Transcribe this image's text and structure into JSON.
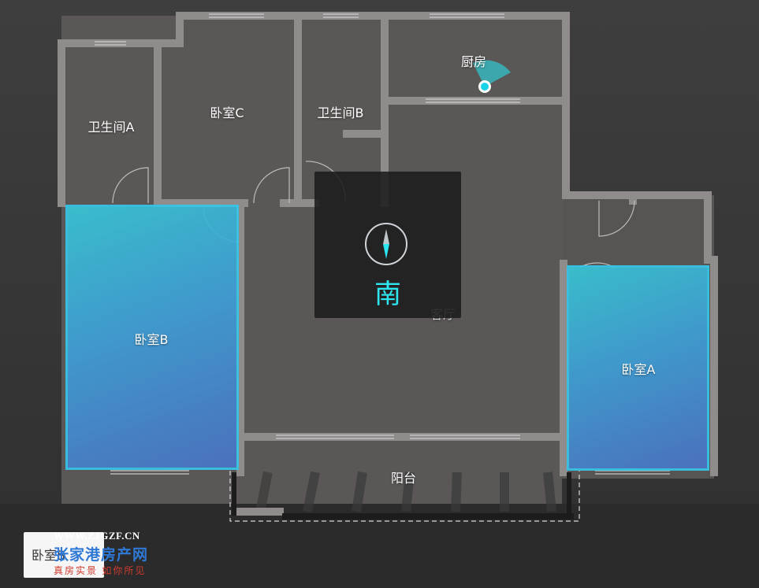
{
  "rooms": {
    "bathroom_a": "卫生间A",
    "bedroom_c": "卧室C",
    "bathroom_b": "卫生间B",
    "kitchen": "厨房",
    "bedroom_b": "卧室B",
    "living_room": "客厅",
    "bedroom_a": "卧室A",
    "balcony": "阳台"
  },
  "compass": {
    "direction": "南"
  },
  "current_room_button": "卧室B",
  "watermark": {
    "url": "WWW.ZJGZF.CN",
    "name": "张家港房产网",
    "tagline": "真房实景 如你所见"
  },
  "colors": {
    "highlight": "#3ea3d8",
    "highlight_border": "#36c7e8",
    "wall": "#8f8c8b",
    "accent": "#2ee6f0"
  }
}
